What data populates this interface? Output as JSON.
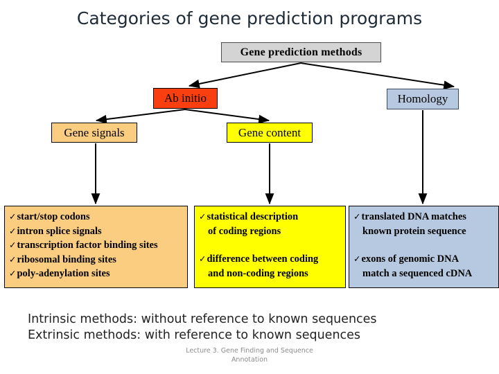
{
  "slide": {
    "title": "Categories of gene prediction programs"
  },
  "nodes": {
    "root": {
      "label": "Gene prediction methods",
      "color": "#d4d4d4"
    },
    "ab_initio": {
      "label": "Ab initio",
      "color": "#f93f10"
    },
    "homology": {
      "label": "Homology",
      "color": "#b6c9e0"
    },
    "gene_signals": {
      "label": "Gene signals",
      "color": "#fbcd81"
    },
    "gene_content": {
      "label": "Gene content",
      "color": "#ffff00"
    }
  },
  "detail_boxes": {
    "gene_signals": {
      "color": "#fbcd81",
      "items": [
        {
          "check": "✓",
          "line1": "start/stop codons",
          "line2": ""
        },
        {
          "check": "✓",
          "line1": "intron splice signals",
          "line2": ""
        },
        {
          "check": "✓",
          "line1": "transcription factor binding sites",
          "line2": ""
        },
        {
          "check": "✓",
          "line1": "ribosomal binding sites",
          "line2": ""
        },
        {
          "check": "✓",
          "line1": "poly-adenylation sites",
          "line2": ""
        }
      ]
    },
    "gene_content": {
      "color": "#ffff00",
      "items": [
        {
          "check": "✓",
          "line1": "statistical description",
          "line2": "of coding regions"
        },
        {
          "check": "✓",
          "line1": "difference between coding",
          "line2": "and non-coding regions"
        }
      ]
    },
    "homology": {
      "color": "#b6c9e0",
      "items": [
        {
          "check": "✓",
          "line1": "translated DNA matches",
          "line2": "known protein sequence"
        },
        {
          "check": "✓",
          "line1": "exons of genomic DNA",
          "line2": "match a sequenced cDNA"
        }
      ]
    }
  },
  "footnotes": {
    "line1": "Intrinsic methods: without reference to known sequences",
    "line2": "Extrinsic methods: with reference to known sequences"
  },
  "lecture": {
    "line1": "Lecture 3. Gene Finding and Sequence",
    "line2": "Annotation"
  }
}
